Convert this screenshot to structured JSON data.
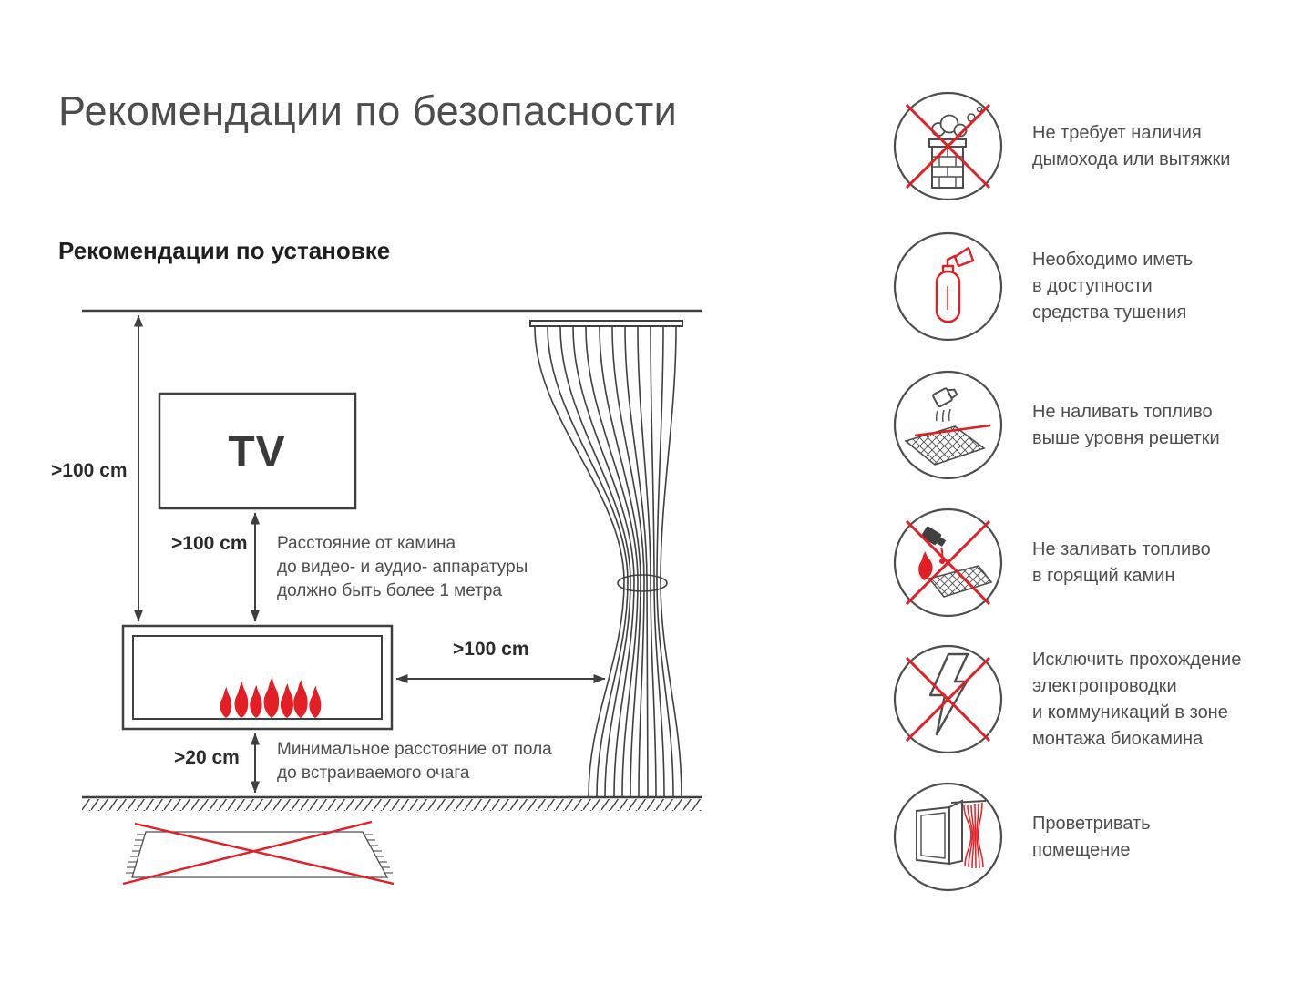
{
  "page": {
    "title": "Рекомендации по безопасности",
    "subtitle": "Рекомендации по установке"
  },
  "diagram": {
    "tv_label": "TV",
    "dims": {
      "ceiling_to_fireplace": ">100 cm",
      "tv_to_fireplace": ">100 cm",
      "fireplace_to_curtain": ">100 cm",
      "fireplace_to_floor": ">20 cm"
    },
    "notes": {
      "tv": "Расстояние от камина\nдо видео- и аудио- аппаратуры\nдолжно быть более 1 метра",
      "floor": "Минимальное расстояние от пола\nдо встраиваемого очага"
    }
  },
  "safety": {
    "items": [
      {
        "icon": "no-chimney-icon",
        "text": "Не требует наличия\nдымохода или вытяжки"
      },
      {
        "icon": "fire-extinguisher-icon",
        "text": "Необходимо иметь\nв доступности\nсредства тушения"
      },
      {
        "icon": "fuel-level-icon",
        "text": "Не наливать топливо\nвыше уровня решетки"
      },
      {
        "icon": "no-refuel-burning-icon",
        "text": "Не заливать топливо\nв горящий камин"
      },
      {
        "icon": "no-electric-wiring-icon",
        "text": "Исключить прохождение\nэлектропроводки\nи коммуникаций в зоне\nмонтажа биокамина"
      },
      {
        "icon": "ventilate-room-icon",
        "text": "Проветривать\nпомещение"
      }
    ]
  },
  "colors": {
    "line": "#3f3f3f",
    "text": "#4d4d4d",
    "accent_red": "#e31e24"
  }
}
